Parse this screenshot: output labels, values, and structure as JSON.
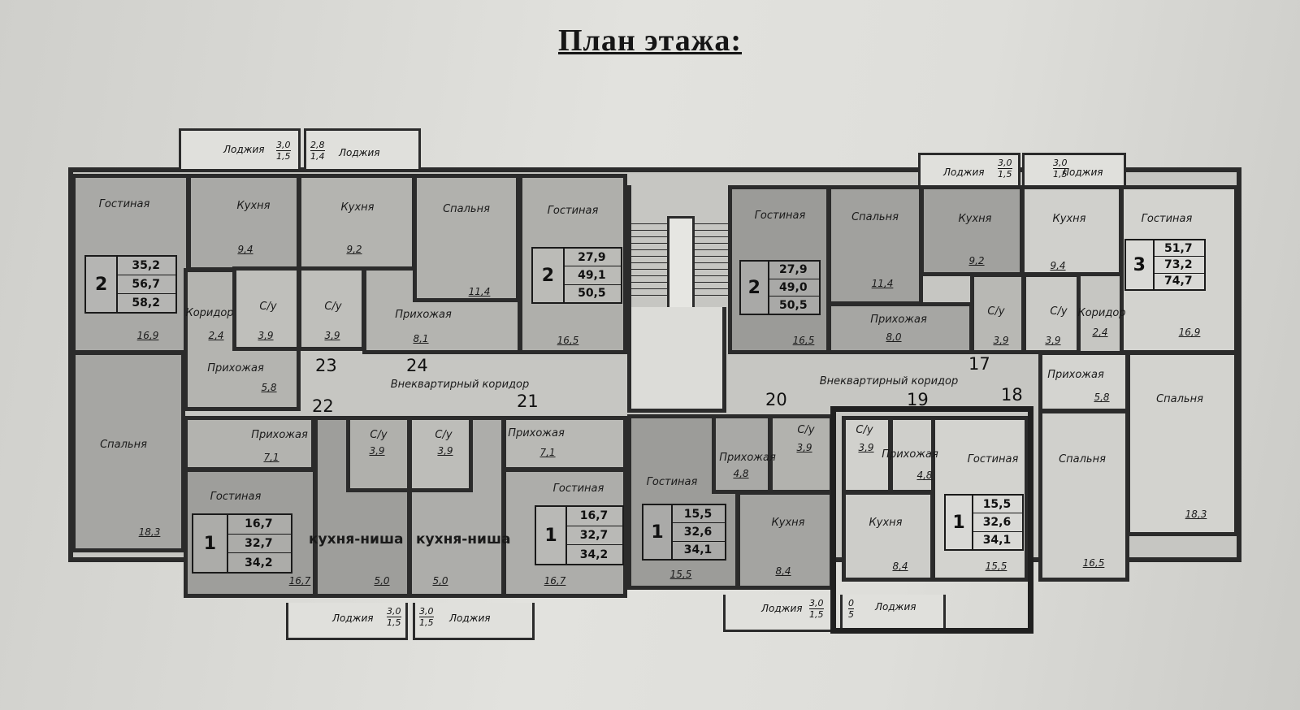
{
  "title": "План этажа:",
  "rooms": {
    "gostinaya": "Гостиная",
    "kukhnya": "Кухня",
    "spalnya": "Спальня",
    "prikhozhaya": "Прихожая",
    "koridor": "Коридор",
    "su": "С/у",
    "lodzhiya": "Лоджия",
    "kukhnya_nisha": "кухня-ниша",
    "corridor": "Внеквартирный коридор"
  },
  "apartments": [
    {
      "rooms": "2",
      "values": [
        "35,2",
        "56,7",
        "58,2"
      ]
    },
    {
      "rooms": "2",
      "values": [
        "27,9",
        "49,1",
        "50,5"
      ]
    },
    {
      "rooms": "2",
      "values": [
        "27,9",
        "49,0",
        "50,5"
      ]
    },
    {
      "rooms": "3",
      "values": [
        "51,7",
        "73,2",
        "74,7"
      ]
    },
    {
      "rooms": "1",
      "values": [
        "16,7",
        "32,7",
        "34,2"
      ]
    },
    {
      "rooms": "1",
      "values": [
        "16,7",
        "32,7",
        "34,2"
      ]
    },
    {
      "rooms": "1",
      "values": [
        "15,5",
        "32,6",
        "34,1"
      ]
    },
    {
      "rooms": "1",
      "values": [
        "15,5",
        "32,6",
        "34,1"
      ]
    }
  ],
  "apartment_numbers": [
    "23",
    "24",
    "22",
    "21",
    "20",
    "17",
    "19",
    "18"
  ],
  "areas": {
    "a1": "16,9",
    "a2": "9,4",
    "a3": "2,4",
    "a4": "3,9",
    "a5": "9,2",
    "a6": "3,9",
    "a7": "11,4",
    "a8": "8,1",
    "a9": "16,5",
    "a10": "5,8",
    "a11": "18,3",
    "a12": "7,1",
    "a13": "3,9",
    "a14": "3,9",
    "a15": "7,1",
    "a16": "16,7",
    "a17": "5,0",
    "a18": "5,0",
    "a19": "16,7",
    "a20": "15,5",
    "a21": "4,8",
    "a22": "3,9",
    "a23": "8,4",
    "a24": "16,5",
    "a25": "11,4",
    "a26": "8,0",
    "a27": "9,2",
    "a28": "3,9",
    "a29": "9,4",
    "a30": "3,9",
    "a31": "2,4",
    "a32": "16,9",
    "a33": "5,8",
    "a34": "18,3",
    "a35": "16,5",
    "a36": "3,9",
    "a37": "4,8",
    "a38": "8,4",
    "a39": "15,5"
  },
  "loggias": {
    "l1": {
      "n": "3,0",
      "d": "1,5"
    },
    "l2": {
      "n": "2,8",
      "d": "1,4"
    },
    "l3": {
      "n": "3,0",
      "d": "1,5"
    },
    "l4": {
      "n": "3,0",
      "d": "1,5"
    },
    "l5": {
      "n": "3,0",
      "d": "1,5"
    },
    "l6": {
      "n": "3,0",
      "d": "1,5"
    },
    "l7": {
      "n": "3,0",
      "d": "1,5"
    },
    "l8": {
      "n": "0",
      "d": "5"
    }
  }
}
